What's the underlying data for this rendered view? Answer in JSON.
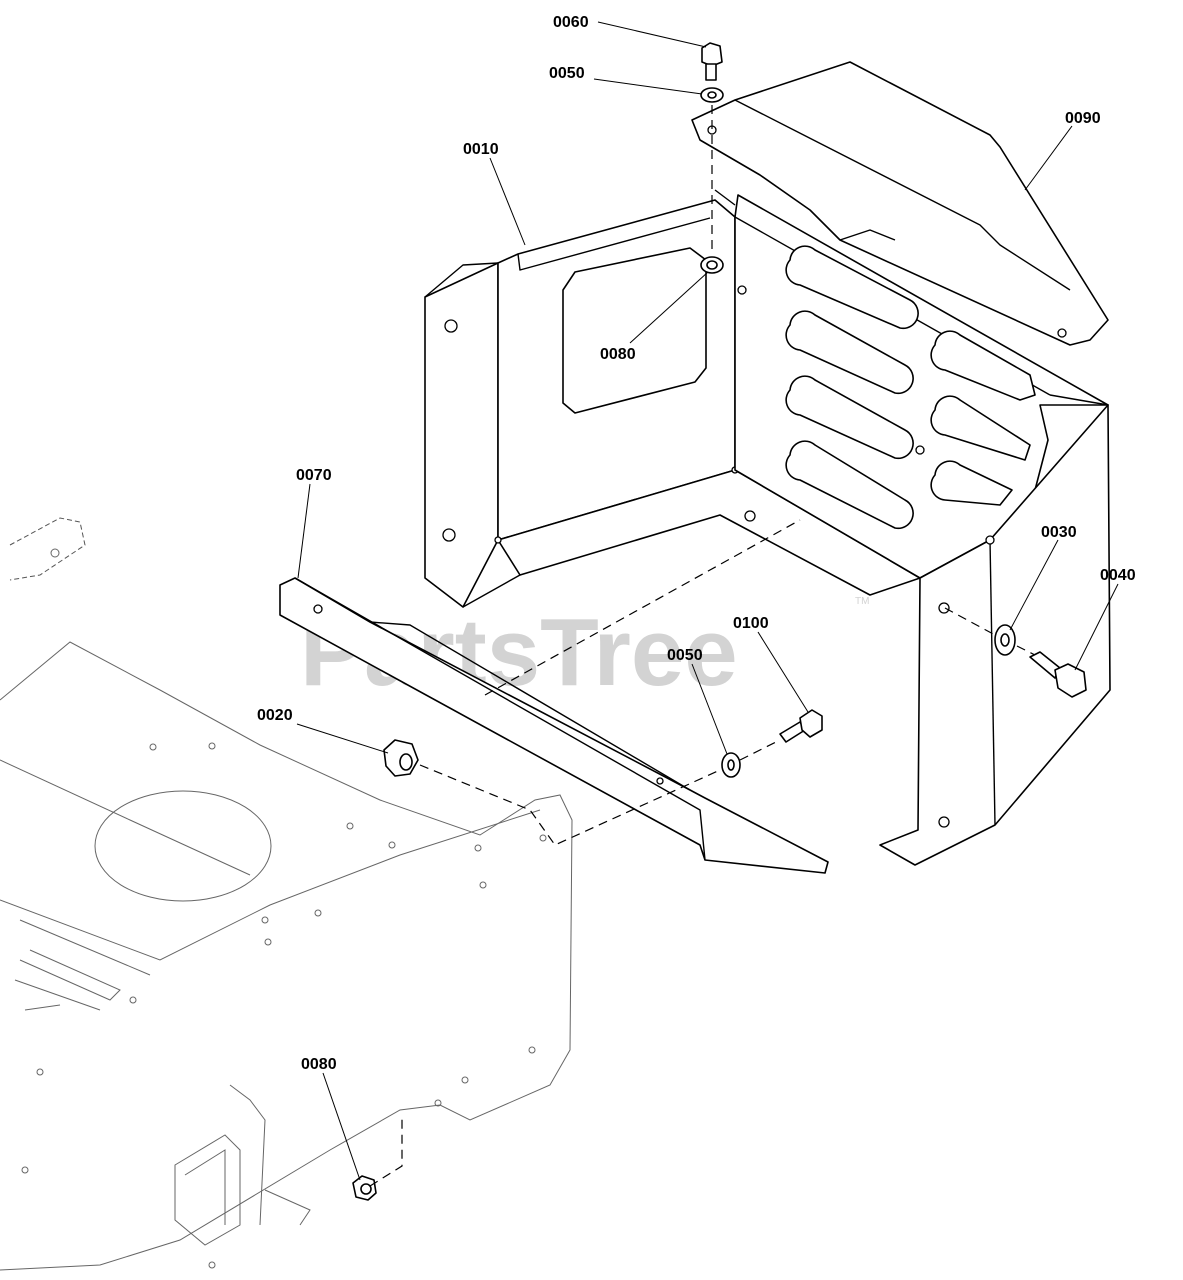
{
  "diagram": {
    "watermark": "PartsTree",
    "watermark_mark": "TM",
    "callouts": {
      "c0060": "0060",
      "c0050_top": "0050",
      "c0090": "0090",
      "c0010": "0010",
      "c0080_top": "0080",
      "c0070": "0070",
      "c0030": "0030",
      "c0040": "0040",
      "c0100": "0100",
      "c0050_mid": "0050",
      "c0020": "0020",
      "c0080_bottom": "0080"
    }
  }
}
